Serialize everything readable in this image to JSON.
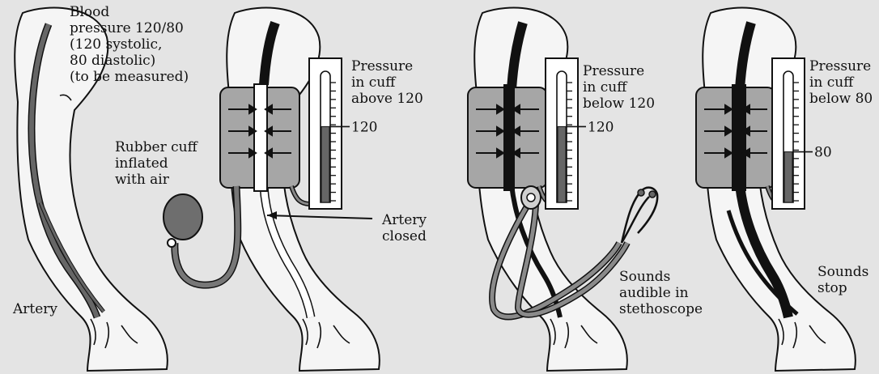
{
  "colors": {
    "background": "#e4e4e4",
    "arm_fill": "#f5f5f5",
    "cuff": "#a6a6a6",
    "artery": "#666666",
    "artery_closed": "#ffffff",
    "blood_flow": "#0d0d0d",
    "mercury": "#666666",
    "bulb": "#6e6e6e"
  },
  "panels": [
    {
      "name": "resting-arm",
      "label": "Blood\npressure 120/80\n(120 systolic,\n80 diastolic)\n(to be measured)",
      "side_label": "Artery"
    },
    {
      "name": "cuff-inflated",
      "pressure_label": "Pressure\nin cuff\nabove 120",
      "gauge_value": 120,
      "gauge_mark": "120",
      "cuff_label": "Rubber cuff\ninflated\nwith air",
      "artery_label": "Artery\nclosed"
    },
    {
      "name": "cuff-below-systolic",
      "pressure_label": "Pressure\nin cuff\nbelow 120",
      "gauge_value": 120,
      "gauge_mark": "120",
      "sound_label": "Sounds\naudible in\nstethoscope"
    },
    {
      "name": "cuff-below-diastolic",
      "pressure_label": "Pressure\nin cuff\nbelow 80",
      "gauge_value": 80,
      "gauge_mark": "80",
      "sound_label": "Sounds\nstop"
    }
  ]
}
